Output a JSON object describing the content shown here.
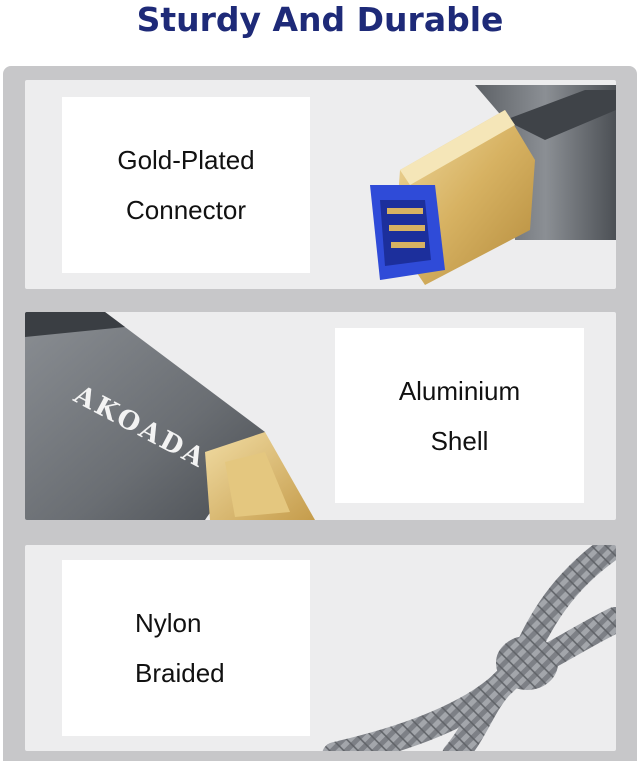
{
  "header": {
    "title": "Sturdy And Durable"
  },
  "features": [
    {
      "line1": "Gold-Plated",
      "line2": "Connector",
      "icon": "usb-b-connector-gold-icon"
    },
    {
      "line1": "Aluminium",
      "line2": "Shell",
      "icon": "aluminium-shell-icon"
    },
    {
      "line1": "Nylon",
      "line2": "Braided",
      "icon": "braided-cable-icon"
    }
  ],
  "brand": {
    "logo_text": "AKOADA"
  },
  "colors": {
    "title": "#1e2a78",
    "frame": "#c7c7c9",
    "panel": "#ededee",
    "gold": "#d8b56a",
    "blue_insert": "#2f4bd8",
    "shell": "#6f7378"
  }
}
